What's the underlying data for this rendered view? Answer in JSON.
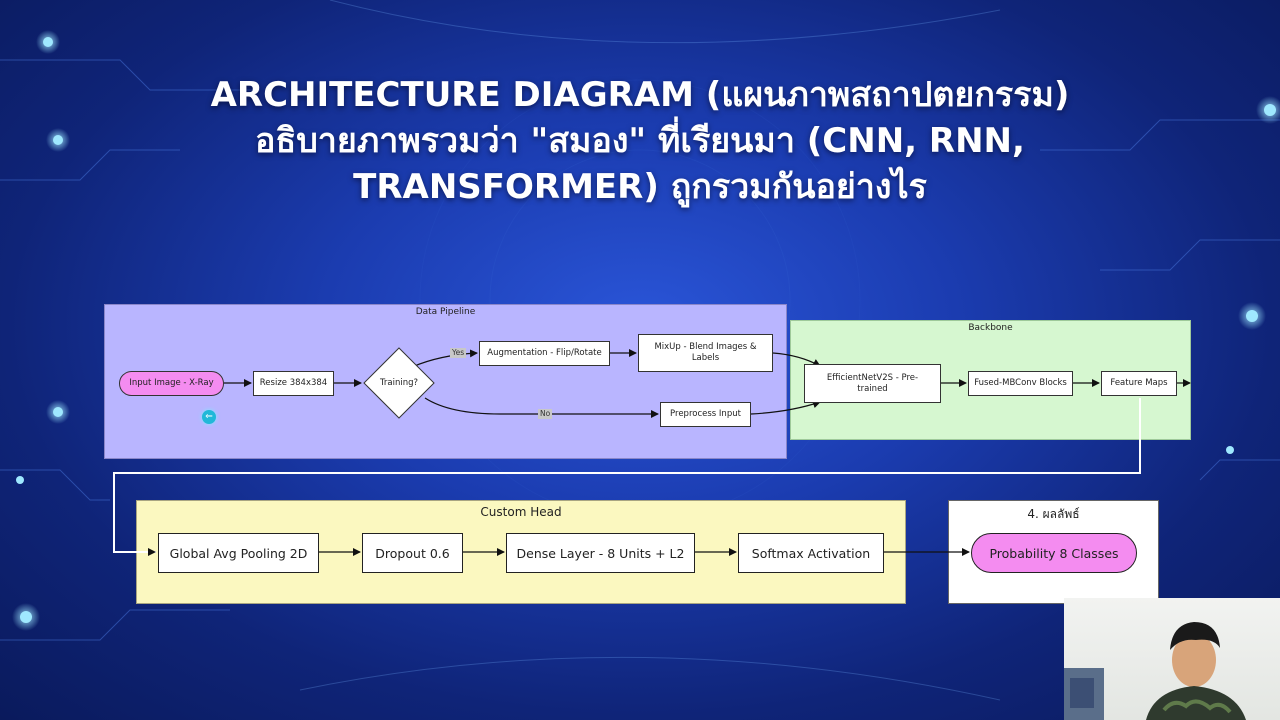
{
  "title": {
    "line1": "ARCHITECTURE DIAGRAM (แผนภาพสถาปตยกรรม)",
    "line2": "อธิบายภาพรวมว่า \"สมอง\" ที่เรียนมา (CNN, RNN,",
    "line3": "TRANSFORMER) ถูกรวมกันอย่างไร"
  },
  "panels": {
    "data_pipeline": "Data Pipeline",
    "backbone": "Backbone",
    "custom_head": "Custom Head",
    "result": "4. ผลลัพธ์"
  },
  "nodes": {
    "input_image": "Input Image - X-Ray",
    "resize": "Resize 384x384",
    "training": "Training?",
    "augmentation": "Augmentation - Flip/Rotate",
    "mixup": "MixUp - Blend Images & Labels",
    "preprocess": "Preprocess Input",
    "efficientnet": "EfficientNetV2S - Pre-trained",
    "fused_mbconv": "Fused-MBConv Blocks",
    "feature_maps": "Feature Maps",
    "global_avg_pooling": "Global Avg Pooling 2D",
    "dropout": "Dropout 0.6",
    "dense_layer": "Dense Layer - 8 Units + L2",
    "softmax": "Softmax Activation",
    "probability": "Probability 8 Classes"
  },
  "edge_labels": {
    "yes": "Yes",
    "no": "No"
  },
  "colors": {
    "background": "#1b3cb0",
    "data_pipeline": "#b9b5ff",
    "backbone": "#d6f7d0",
    "custom_head": "#fbf8c0",
    "pill": "#f48cf0"
  }
}
